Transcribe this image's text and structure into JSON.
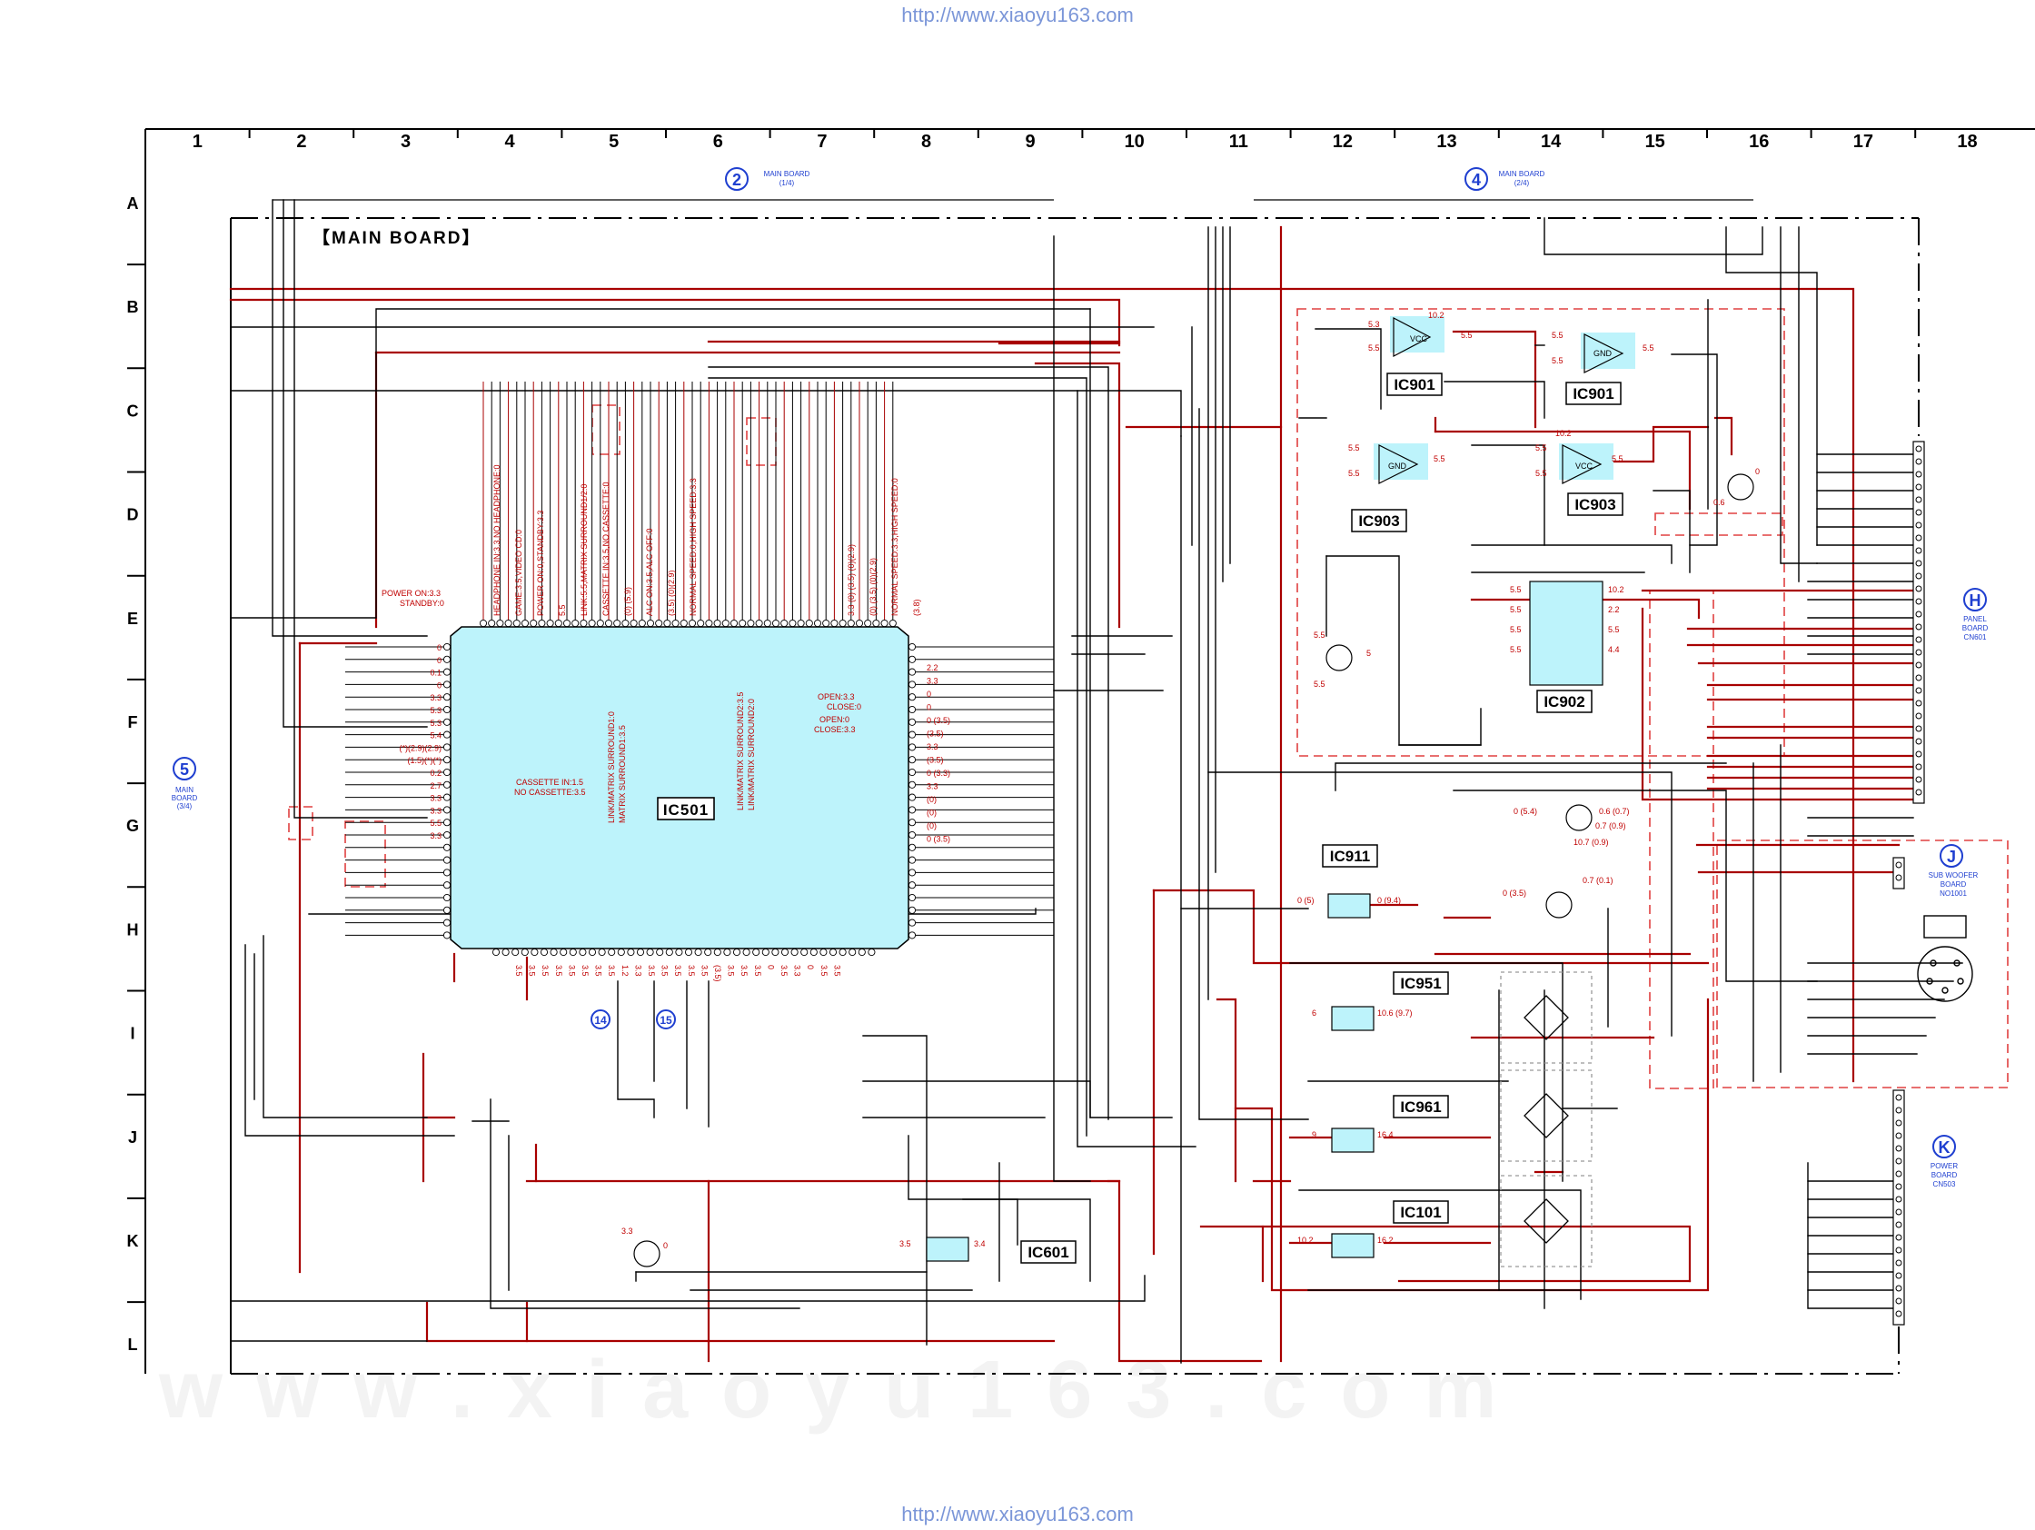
{
  "header_url": "http://www.xiaoyu163.com",
  "footer_url": "http://www.xiaoyu163.com",
  "watermark": "w w w . x i a o y u 1 6 3 . c o m",
  "colors": {
    "wire_red": "#a80000",
    "wire_black": "#000000",
    "ic_fill": "#bdf3fb",
    "ref_blue": "#1f3fd0",
    "dashed_red": "#e04040",
    "label_red": "#c00000"
  },
  "grid": {
    "columns": [
      "1",
      "2",
      "3",
      "4",
      "5",
      "6",
      "7",
      "8",
      "9",
      "10",
      "11",
      "12",
      "13",
      "14",
      "15",
      "16",
      "17",
      "18"
    ],
    "rows": [
      "A",
      "B",
      "C",
      "D",
      "E",
      "F",
      "G",
      "H",
      "I",
      "J",
      "K",
      "L"
    ]
  },
  "board_title": "【MAIN BOARD】",
  "connectors": {
    "c2": {
      "num": "2",
      "name": "MAIN BOARD",
      "sub": "(1/4)"
    },
    "c4": {
      "num": "4",
      "name": "MAIN BOARD",
      "sub": "(2/4)"
    },
    "c5": {
      "num": "5",
      "name1": "MAIN",
      "name2": "BOARD",
      "sub": "(3/4)"
    },
    "H": {
      "num": "H",
      "l1": "PANEL",
      "l2": "BOARD",
      "l3": "CN601"
    },
    "J": {
      "num": "J",
      "l1": "SUB WOOFER",
      "l2": "BOARD",
      "l3": "NO1001"
    },
    "K": {
      "num": "K",
      "l1": "POWER",
      "l2": "BOARD",
      "l3": "CN503"
    }
  },
  "ics": {
    "ic501": "IC501",
    "ic901a": "IC901",
    "ic901b": "IC901",
    "ic903a": "IC903",
    "ic903b": "IC903",
    "ic902": "IC902",
    "ic911": "IC911",
    "ic951": "IC951",
    "ic961": "IC961",
    "ic101": "IC101",
    "ic601": "IC601"
  },
  "markers": {
    "m14": "14",
    "m15": "15"
  },
  "annotations": {
    "power_on": "POWER ON:3.3",
    "standby": "STANDBY:0",
    "cassette_in": "CASSETTE IN:1.5",
    "no_cassette": "NO CASSETTE:3.5",
    "open1": "OPEN:3.3",
    "close1": "CLOSE:0",
    "open2": "OPEN:0",
    "close2": "CLOSE:3.3",
    "link_l1": "LINK/MATRIX SURROUND1:0",
    "link_l2": "MATRIX SURROUND1:3.5",
    "link_r1": "LINK/MATRIX SURROUND2:3.5",
    "link_r2": "LINK/MATRIX SURROUND2:0",
    "vcc": "VCC",
    "gnd": "GND"
  },
  "pin_labels_top": [
    "HEADPHONE IN:3.3,NO HEADPHONE:0",
    "GAME:3.5,VIDEO CD:0",
    "POWER ON:0,STANDBY:3.3",
    "5.5",
    "LINK:5.5,MATRIX SURROUND1/2:0",
    "CASSETTE IN:3.5,NO CASSETTE:0",
    "(0)   (5.9)",
    "ALC ON:3.5,ALC OFF:0",
    "(3.5)   (0)(2.9)",
    "NORMAL SPEED:0,HIGH SPEED:3.3",
    "3.3  (0)  (3.5)  (0)(2.9)",
    "(0)  (3.5)  (0)(2.9)",
    "NORMAL SPEED:3.3,HIGH SPEED:0",
    "(3.8)"
  ],
  "voltages_left": [
    "0",
    "0",
    "0.1",
    "0",
    "3.3",
    "5.3",
    "5.3",
    "5.4",
    "(*)(2.9)(2.9)",
    "(1.5)(*)(*)",
    "0.2",
    "2.7",
    "3.3",
    "3.3",
    "5.5",
    "3.3"
  ],
  "voltages_right": [
    "2.2",
    "3.3",
    "0",
    "0",
    "0 (3.5)",
    "(3.5)",
    "3.3",
    "(3.5)",
    "0 (3.3)",
    "3.3",
    "(0)",
    "(0)",
    "(0)",
    "0 (3.5)"
  ],
  "voltages_bottom": [
    "3.5",
    "3.5",
    "3.5",
    "3.5",
    "3.5",
    "3.5",
    "3.5",
    "3.5",
    "1.2",
    "3.3",
    "3.5",
    "3.5",
    "3.5",
    "3.5",
    "3.5",
    "(3.5)",
    "3.5",
    "3.5",
    "3.5",
    "0",
    "3.5",
    "3.3",
    "0",
    "3.5",
    "3.5"
  ],
  "voltages_misc": {
    "ic901a_in1": "5.3",
    "ic901a_in2": "5.5",
    "ic901a_vcc": "10.2",
    "ic901a_out": "5.5",
    "ic901b_in1": "5.5",
    "ic901b_in2": "5.5",
    "ic901b_out": "5.5",
    "ic903a_in1": "5.5",
    "ic903a_in2": "5.5",
    "ic903a_out": "5.5",
    "ic903b_in1": "5.5",
    "ic903b_in2": "5.5",
    "ic903b_vcc": "10.2",
    "ic903b_out": "5.5",
    "ic902_l1": "5.5",
    "ic902_l2": "5.5",
    "ic902_l3": "5.5",
    "ic902_l4": "5.5",
    "ic902_r1": "10.2",
    "ic902_r2": "2.2",
    "ic902_r3": "5.5",
    "ic902_r4": "4.4",
    "q_left_top": "5.5",
    "q_left_bot": "5.5",
    "q_left_r": "5",
    "q_d16_a": "0",
    "q_d16_b": "0.6",
    "q_g_a": "0 (5.4)",
    "q_g_b": "0.6 (0.7)",
    "q_g_c": "0.7 (0.9)",
    "q_g_d": "10.7 (0.9)",
    "q_h_a": "0 (3.5)",
    "q_h_b": "0.7 (0.1)",
    "ic911_in": "0 (5)",
    "ic911_out": "0 (9.4)",
    "ic951_in": "6",
    "ic951_out": "10.6 (9.7)",
    "ic961_in": "9",
    "ic961_out": "16.4",
    "ic101_in": "10.2",
    "ic101_out": "16.2",
    "ic601_in": "3.5",
    "ic601_out": "3.4",
    "q_k_left": "3.3",
    "q_k_right": "0"
  }
}
